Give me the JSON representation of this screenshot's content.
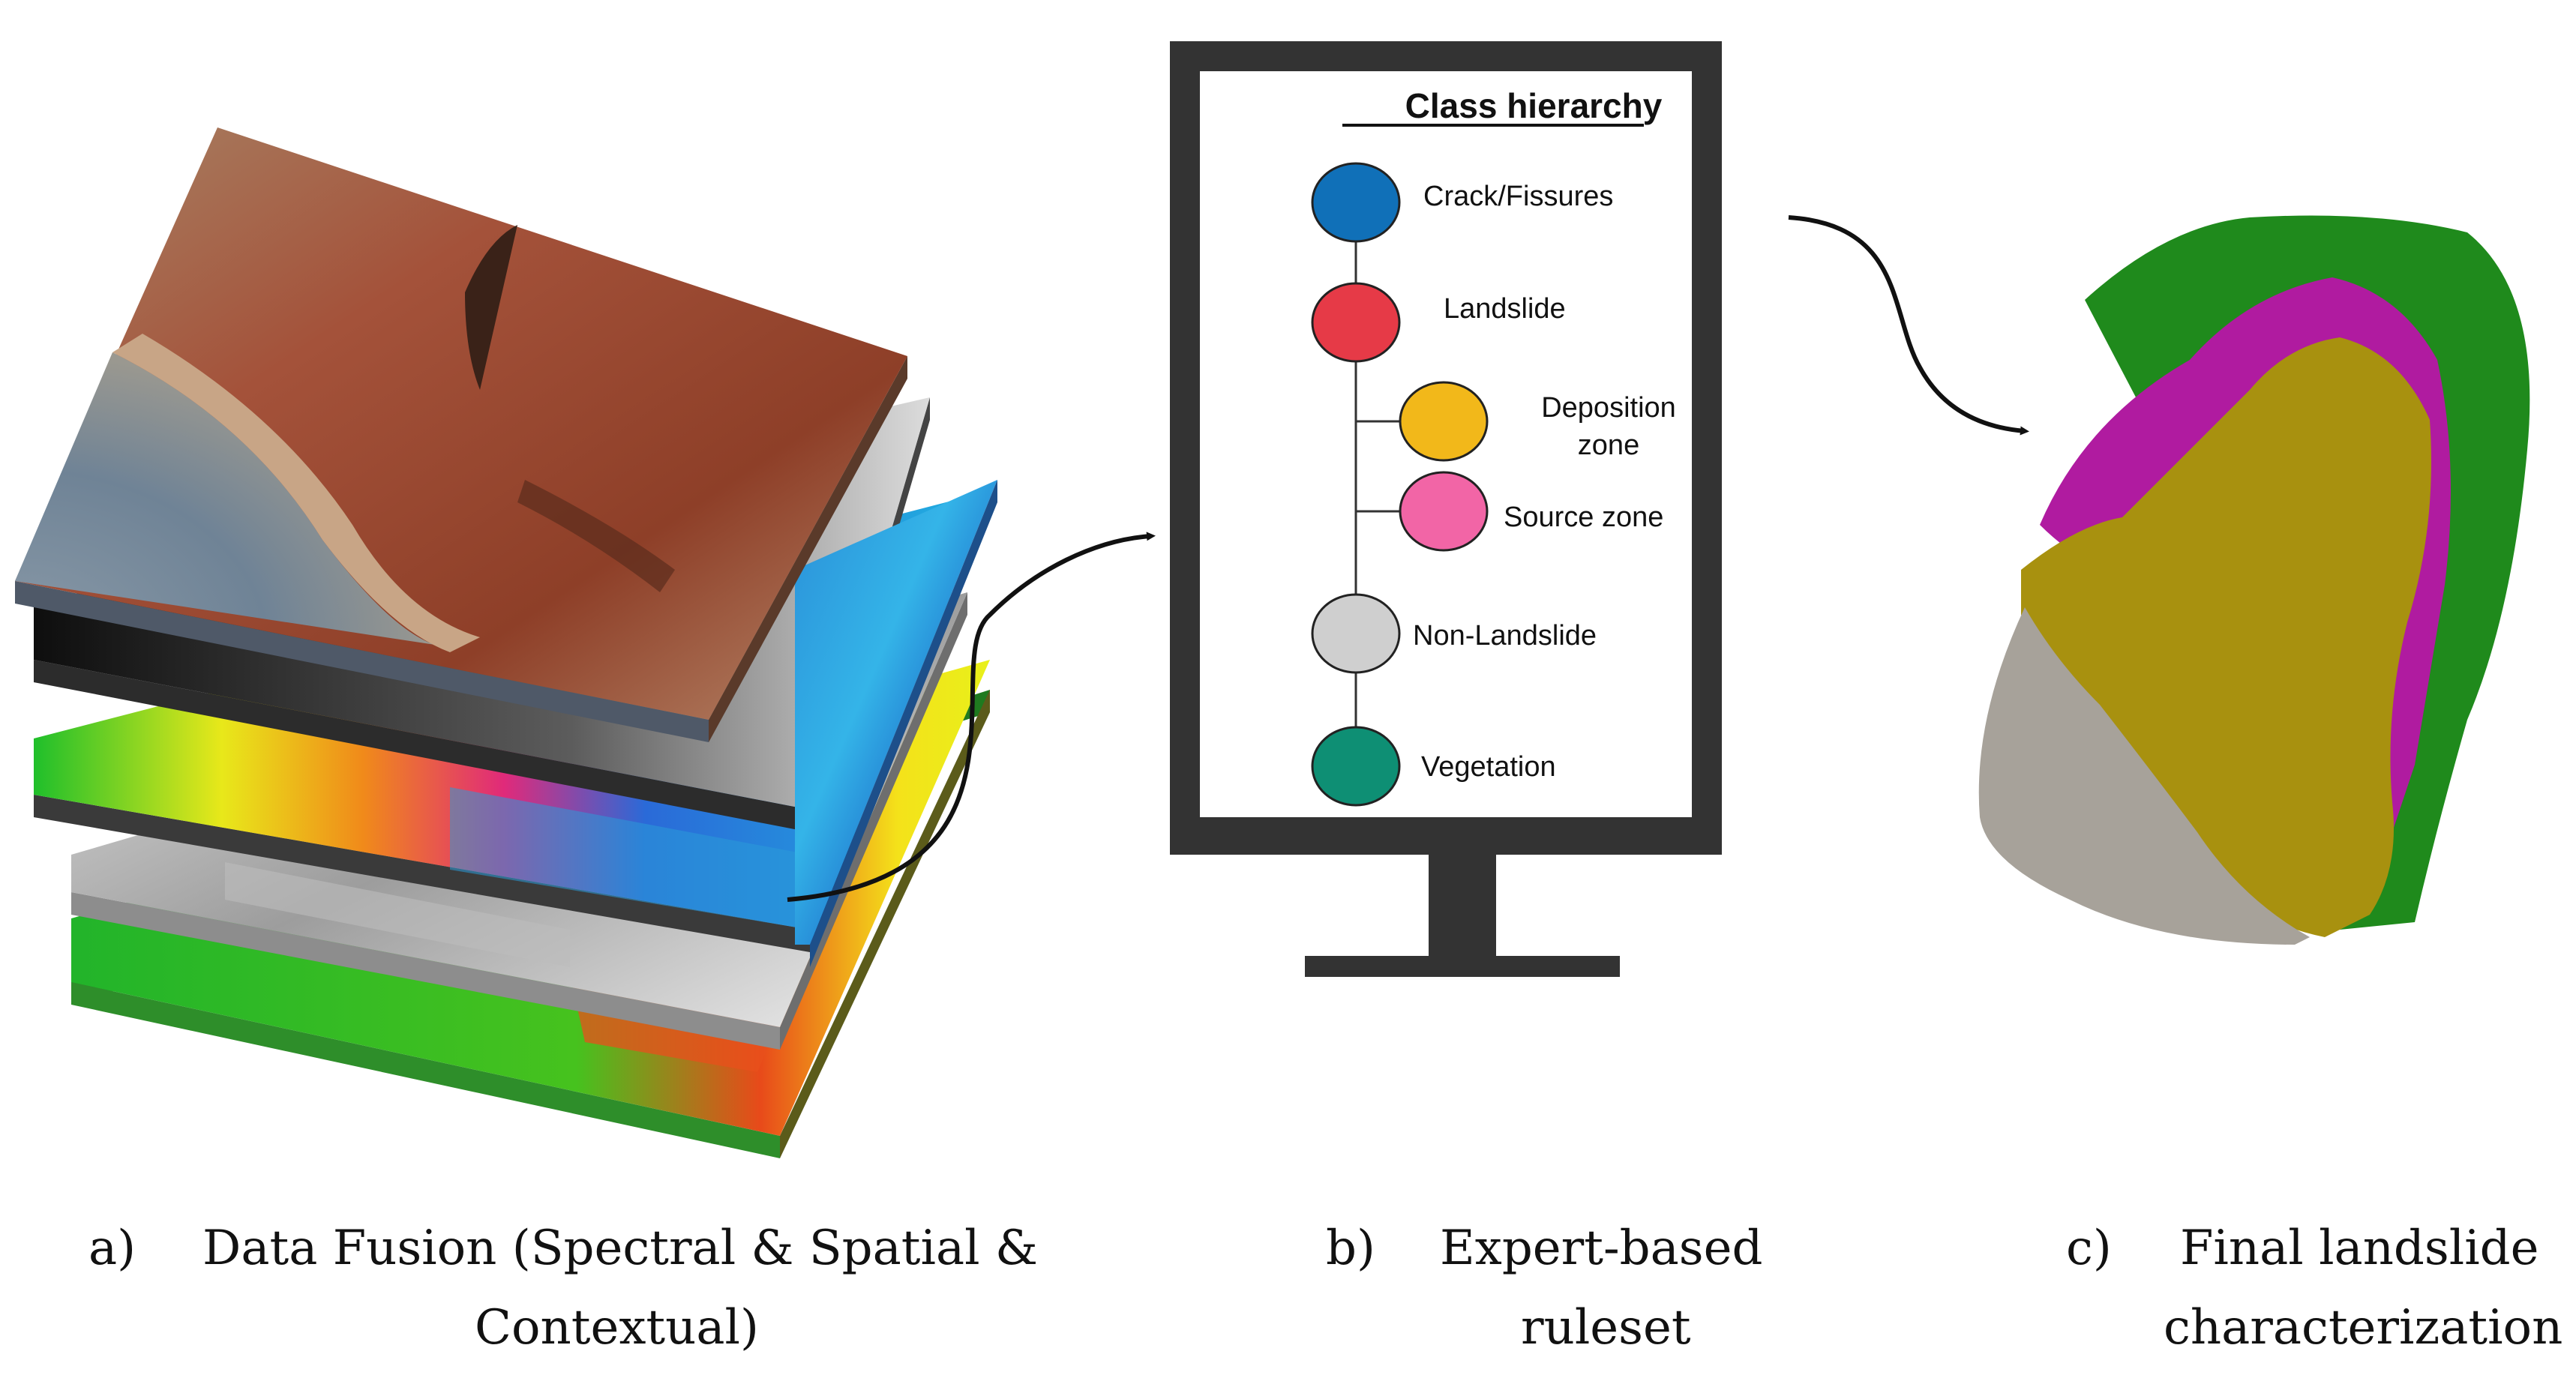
{
  "monitor": {
    "title": "Class hierarchy",
    "classes": [
      {
        "label": "Crack/Fissures",
        "color": "#1070b8"
      },
      {
        "label": "Landslide",
        "color": "#e63a47"
      },
      {
        "label": "Deposition",
        "label2": "zone",
        "color": "#f2b81a"
      },
      {
        "label": "Source zone",
        "color": "#f265a6"
      },
      {
        "label": "Non-Landslide",
        "color": "#cfcfcf"
      },
      {
        "label": "Vegetation",
        "color": "#0e8f74"
      }
    ]
  },
  "captions": {
    "a": {
      "letter": "a)",
      "line1": "Data Fusion (Spectral & Spatial &",
      "line2": "Contextual)"
    },
    "b": {
      "letter": "b)",
      "line1": "Expert-based",
      "line2": "ruleset"
    },
    "c": {
      "letter": "c)",
      "line1": "Final landslide",
      "line2": "characterization"
    }
  },
  "landslide_colors": {
    "vegetation": "#1f8a1c",
    "source": "#b01ba0",
    "deposition": "#a8910f",
    "non_landslide": "#a7a29a"
  }
}
